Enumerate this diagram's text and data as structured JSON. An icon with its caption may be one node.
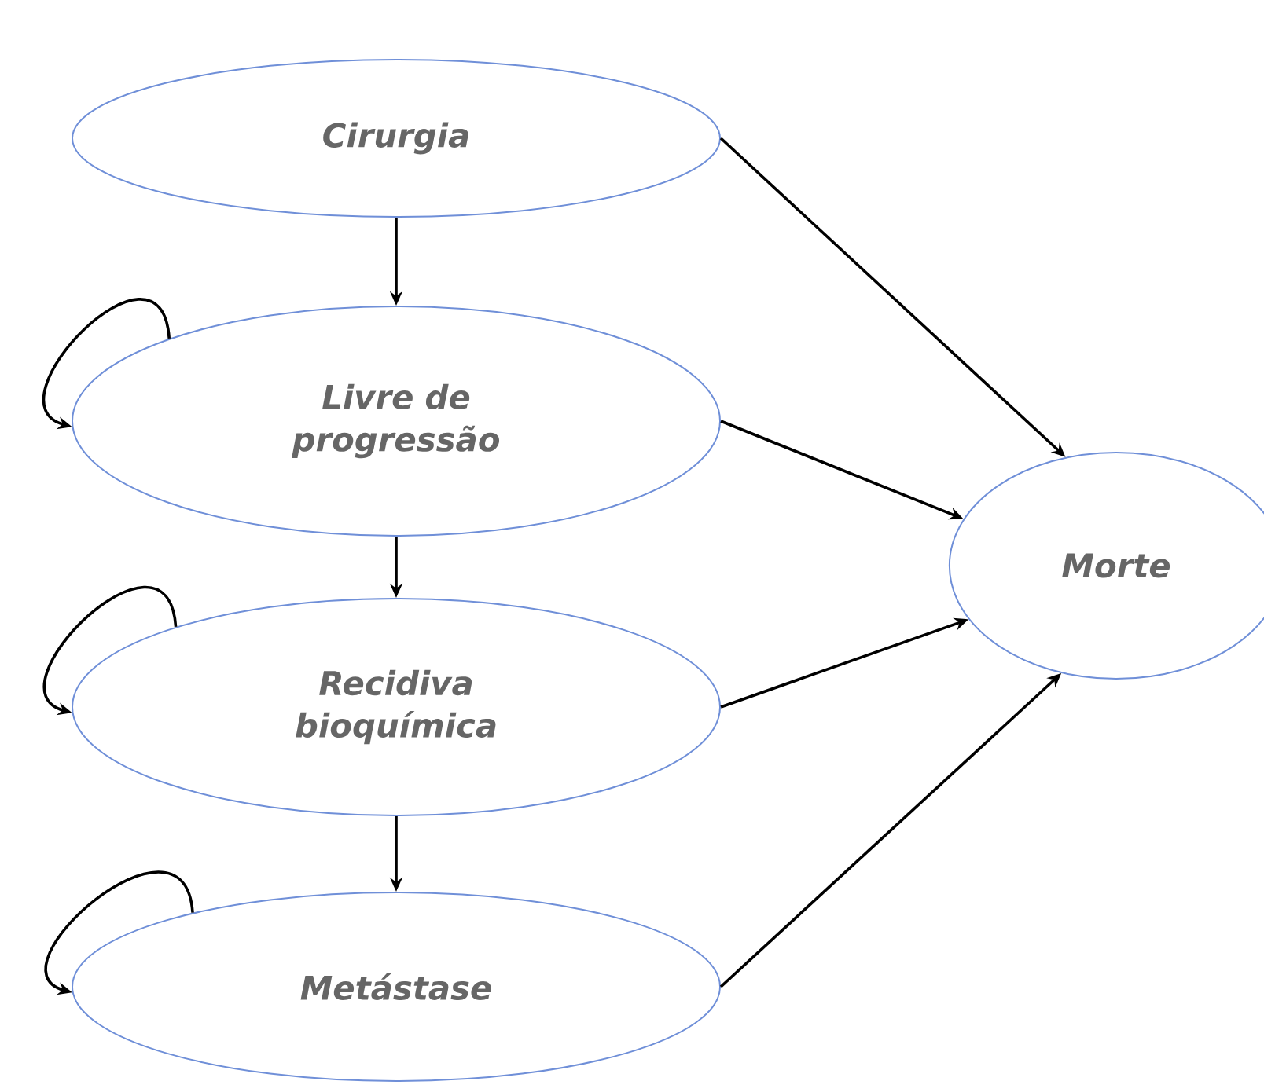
{
  "diagram": {
    "nodes": [
      {
        "text": [
          "Cirurgia"
        ]
      },
      {
        "text": [
          "Livre de progressão"
        ]
      },
      {
        "text": [
          "Recidiva bioquímica"
        ]
      },
      {
        "text": [
          "Metástase"
        ]
      },
      {
        "text": [
          "Morte"
        ]
      }
    ],
    "edges": [
      {
        "from": 0,
        "to": 1,
        "arrow": "to"
      },
      {
        "from": 1,
        "to": 2,
        "arrow": "to"
      },
      {
        "from": 2,
        "to": 3,
        "arrow": "to"
      },
      {
        "from": 1,
        "to": 1,
        "arrow": "to"
      },
      {
        "from": 2,
        "to": 2,
        "arrow": "to"
      },
      {
        "from": 3,
        "to": 3,
        "arrow": "to"
      },
      {
        "from": 0,
        "to": 4,
        "arrow": "to"
      },
      {
        "from": 1,
        "to": 4,
        "arrow": "to"
      },
      {
        "from": 2,
        "to": 4,
        "arrow": "to"
      },
      {
        "from": 3,
        "to": 4,
        "arrow": "to"
      }
    ]
  }
}
